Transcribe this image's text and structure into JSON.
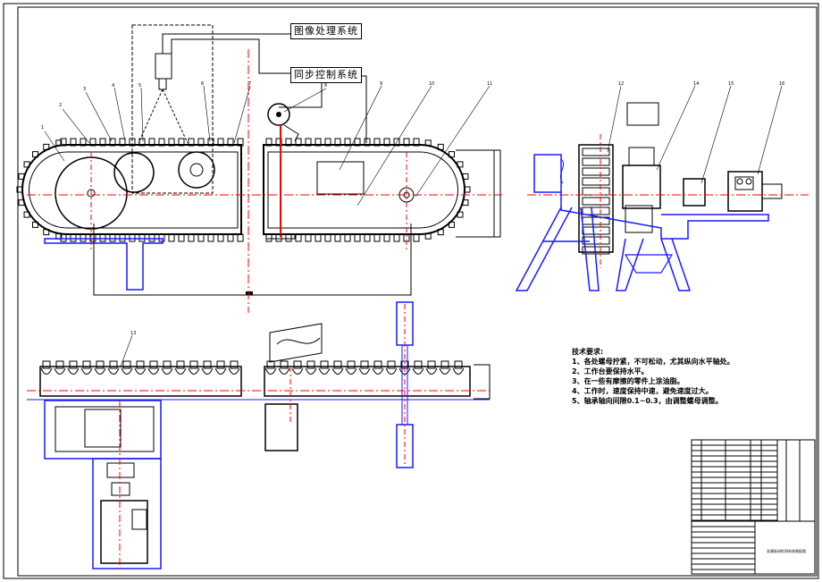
{
  "system_labels": {
    "image_processing": "图像处理系统",
    "sync_control": "同步控制系统"
  },
  "part_numbers": [
    "1",
    "2",
    "3",
    "4",
    "5",
    "6",
    "7",
    "8",
    "9",
    "10",
    "11",
    "12",
    "13",
    "14",
    "15",
    "16"
  ],
  "technical_requirements": {
    "title": "技术要求:",
    "items": [
      "1、各处螺母拧紧，不可松动，尤其纵向水平轴处。",
      "2、工作台要保持水平。",
      "3、在一些有摩擦的零件上涂油脂。",
      "4、工作时，速度保持中速，避免速度过大。",
      "5、轴承轴向间隙0.1~0.3，由调整螺母调整。"
    ]
  },
  "title_block": {
    "drawing_name": "金属板材检测系统装配图"
  },
  "colors": {
    "line": "#000000",
    "blue": "#1a1aff",
    "red": "#ff0000",
    "frame": "#000000"
  }
}
